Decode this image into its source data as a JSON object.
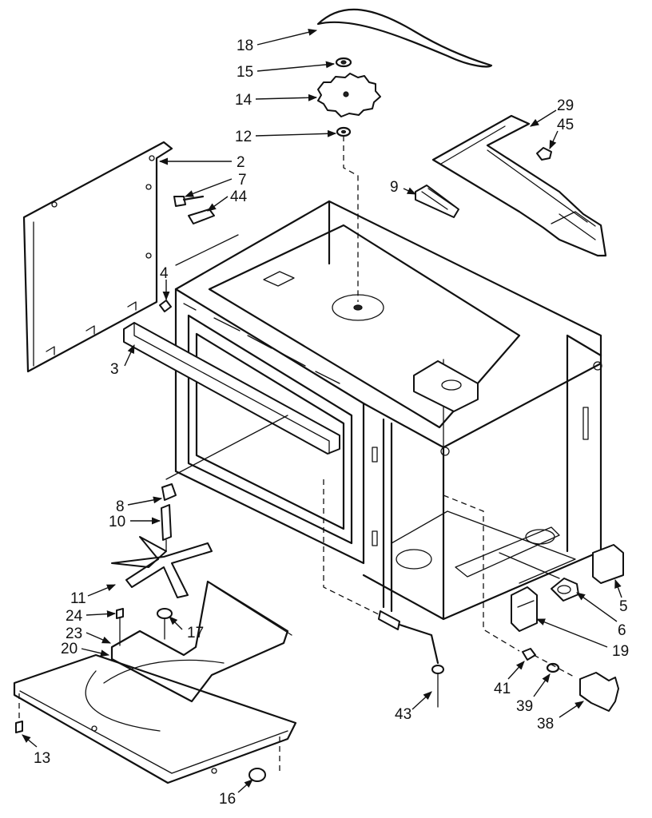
{
  "callouts": {
    "c18": "18",
    "c15": "15",
    "c14": "14",
    "c12": "12",
    "c29": "29",
    "c45": "45",
    "c9": "9",
    "c2": "2",
    "c7": "7",
    "c44": "44",
    "c4": "4",
    "c3": "3",
    "c8": "8",
    "c10": "10",
    "c11": "11",
    "c24": "24",
    "c23": "23",
    "c20": "20",
    "c17": "17",
    "c13": "13",
    "c16": "16",
    "c43": "43",
    "c41": "41",
    "c39": "39",
    "c38": "38",
    "c19": "19",
    "c6": "6",
    "c5": "5"
  }
}
